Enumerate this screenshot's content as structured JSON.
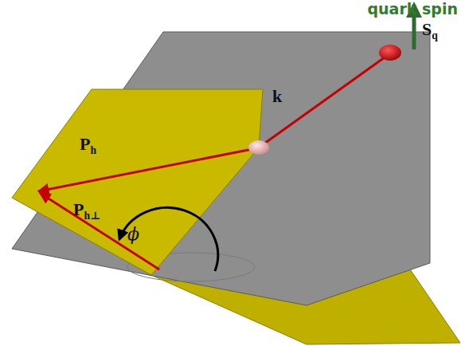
{
  "diagram": {
    "labels": [
      "quark spin",
      "Sq",
      "k",
      "Ph",
      "Ph⊥",
      "ϕ"
    ]
  }
}
